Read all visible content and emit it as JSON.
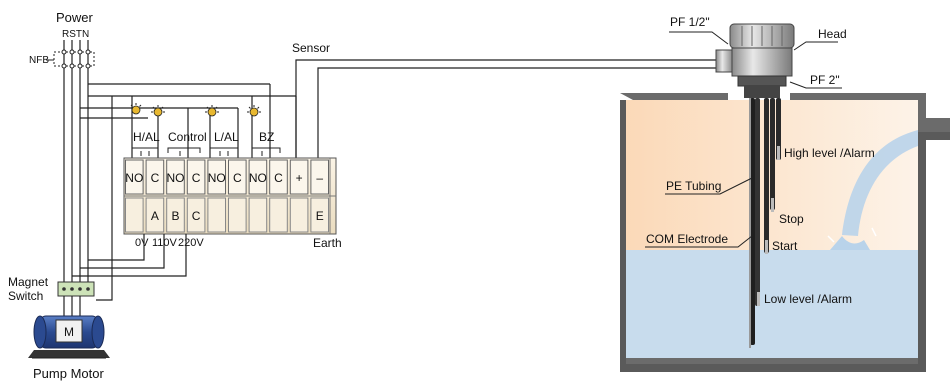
{
  "wiring": {
    "power_label": "Power",
    "phases_label": "RSTN",
    "nfb_label": "NFB",
    "sensor_label": "Sensor",
    "contacts": [
      "H/AL",
      "Control",
      "L/AL",
      "BZ"
    ],
    "terminals_top": [
      "NO",
      "C",
      "NO",
      "C",
      "NO",
      "C",
      "NO",
      "C",
      "+",
      "–"
    ],
    "terminals_bottom": [
      "A",
      "B",
      "C",
      "E"
    ],
    "voltages": [
      "0V",
      "110V",
      "220V"
    ],
    "earth_label": "Earth",
    "magnet_switch_label": [
      "Magnet",
      "Switch"
    ],
    "motor_symbol": "M",
    "pump_motor_label": "Pump Motor"
  },
  "tank": {
    "pf_half_label": "PF 1/2\"",
    "head_label": "Head",
    "pf_two_label": "PF 2\"",
    "pe_tubing_label": "PE Tubing",
    "com_electrode_label": "COM Electrode",
    "levels": [
      "High level /Alarm",
      "Stop",
      "Start",
      "Low level /Alarm"
    ]
  },
  "colors": {
    "water": "#c8dced",
    "air_warm": "#fbe3cc",
    "tank_wall": "#6b6b6b",
    "terminal_block": "#f4ead8",
    "motor_blue": "#3a5ea8",
    "lamp": "#e8b830"
  }
}
